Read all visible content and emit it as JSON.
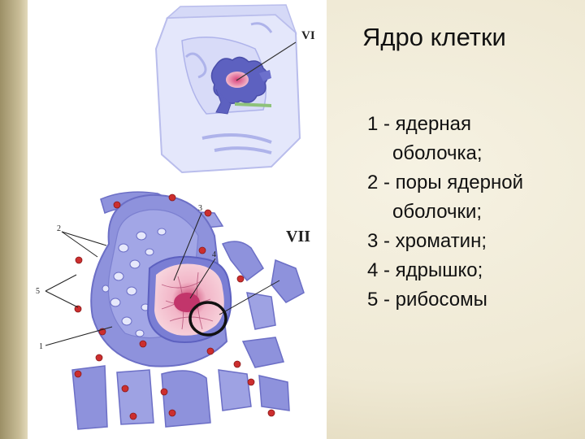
{
  "slide": {
    "title": "Ядро клетки",
    "legend": [
      {
        "line1": "1 - ядерная",
        "line2": "оболочка;"
      },
      {
        "line1": "2 - поры ядерной",
        "line2": "оболочки;"
      },
      {
        "line1": "3 - хроматин;",
        "line2": ""
      },
      {
        "line1": "4 - ядрышко;",
        "line2": ""
      },
      {
        "line1": "5 - рибосомы",
        "line2": ""
      }
    ]
  },
  "figure": {
    "label_vi": "VI",
    "label_vii": "VII",
    "callouts": {
      "c1": "1",
      "c2": "2",
      "c3": "3",
      "c4": "4",
      "c5": "5"
    }
  },
  "colors": {
    "cell_light": "#e3e6fb",
    "membrane": "#8f93df",
    "membrane_dark": "#6c6fc6",
    "nucleoplasm": "#f3c3d0",
    "nucleolus": "#d2457a",
    "ribosome": "#cc2e2e"
  }
}
